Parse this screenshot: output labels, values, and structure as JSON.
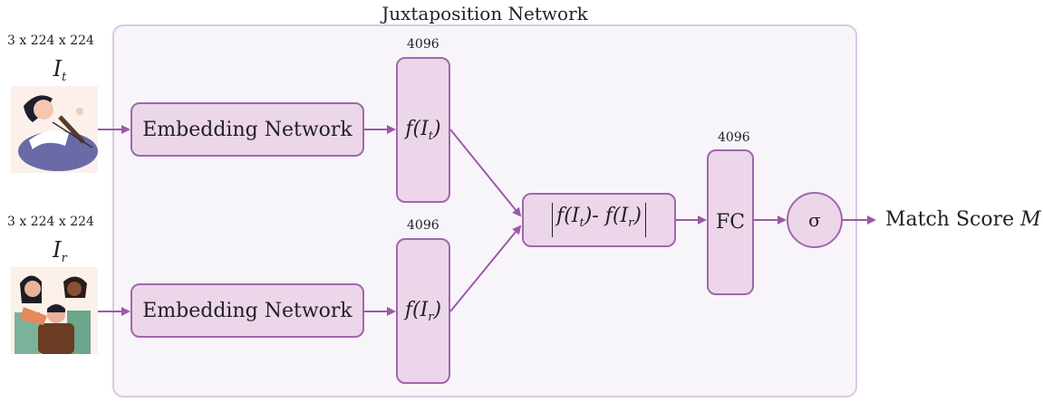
{
  "container": {
    "title": "Juxtaposition Network"
  },
  "inputs": [
    {
      "dim": "3 x 224 x 224",
      "symbol": "I",
      "sub": "t"
    },
    {
      "dim": "3 x 224 x 224",
      "symbol": "I",
      "sub": "r"
    }
  ],
  "embedding": {
    "label": "Embedding Network"
  },
  "features": [
    {
      "dim": "4096",
      "func": "f(I",
      "sub": "t",
      "close": ")"
    },
    {
      "dim": "4096",
      "func": "f(I",
      "sub": "r",
      "close": ")"
    }
  ],
  "difference": {
    "a": "f(I",
    "a_sub": "t",
    "mid": ")- f(I",
    "b_sub": "r",
    "end": ")"
  },
  "fc": {
    "dim": "4096",
    "label": "FC"
  },
  "sigmoid": {
    "label": "σ"
  },
  "output": {
    "text": "Match Score ",
    "symbol": "M"
  },
  "colors": {
    "accent": "#9a5aa8",
    "box_fill": "#ecd6ea",
    "container_fill": "#f8f5fa",
    "container_border": "#dcc8e4"
  }
}
